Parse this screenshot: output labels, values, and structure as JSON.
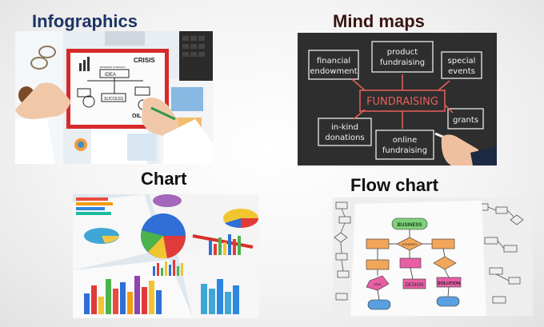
{
  "headings": {
    "infographics": "Infographics",
    "mind_maps": "Mind maps",
    "chart": "Chart",
    "flow_chart": "Flow chart"
  },
  "infographics_panel": {
    "board_words": [
      "CRISIS",
      "IDEA",
      "SUCCESS",
      "OIL",
      "BUSINESS STRATEGY"
    ]
  },
  "mind_map_panel": {
    "center": "FUNDRAISING",
    "nodes": {
      "financial_endowment_1": "financial",
      "financial_endowment_2": "endowment",
      "product_fundraising_1": "product",
      "product_fundraising_2": "fundraising",
      "special_events_1": "special",
      "special_events_2": "events",
      "grants": "grants",
      "in_kind_donations_1": "in-kind",
      "in_kind_donations_2": "donations",
      "online_fundraising_1": "online",
      "online_fundraising_2": "fundraising"
    }
  },
  "flow_chart_panel": {
    "words": {
      "business": "BUSINESS",
      "strategy": "STRATEGY",
      "design": "DESIGN",
      "solution": "SOLUTION",
      "idea": "IDEA"
    }
  },
  "colors": {
    "heading_infographics": "#1d3465",
    "heading_mind_maps": "#3a1512",
    "chalkboard": "#2a2a2a",
    "chalk_red": "#e8605a",
    "flow_orange": "#f2a65a",
    "flow_pink": "#e85fa6",
    "flow_green": "#7fd07a"
  }
}
